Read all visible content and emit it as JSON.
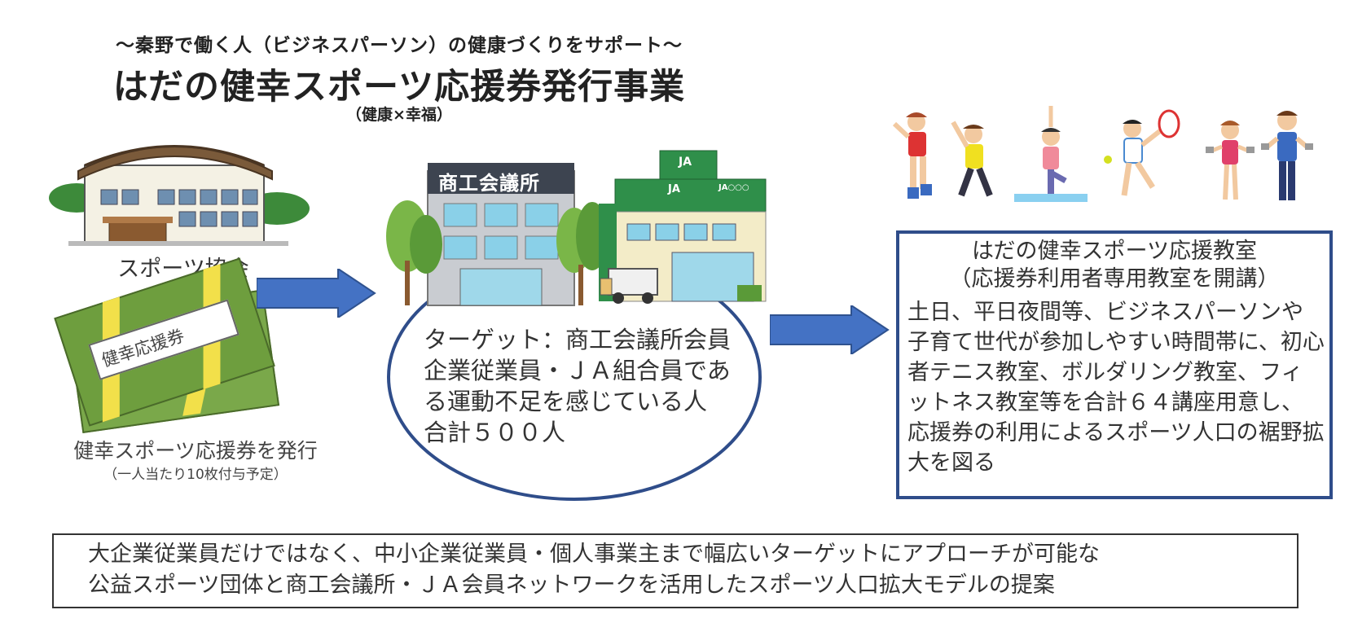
{
  "header": {
    "subtitle": "～秦野で働く人（ビジネスパーソン）の健康づくりをサポート～",
    "title": "はだの健幸スポーツ応援券発行事業",
    "title_note": "（健康×幸福）"
  },
  "association": {
    "label": "スポーツ協会"
  },
  "coupon": {
    "ticket_text": "健幸応援券",
    "label": "健幸スポーツ応援券を発行",
    "note": "（一人当たり10枚付与予定）"
  },
  "chamber": {
    "sign": "商工会議所",
    "ja_logo": "JA",
    "ja_sign": "JA○○○"
  },
  "target": {
    "text": "ターゲット：商工会議所会員企業従業員・ＪＡ組合員である運動不足を感じている人　合計５００人"
  },
  "classroom": {
    "title_line1": "はだの健幸スポーツ応援教室",
    "title_line2": "（応援券利用者専用教室を開講）",
    "description": "土日、平日夜間等、ビジネスパーソンや子育て世代が参加しやすい時間帯に、初心者テニス教室、ボルダリング教室、フィットネス教室等を合計６４講座用意し、応援券の利用によるスポーツ人口の裾野拡大を図る"
  },
  "footer": {
    "line1": "大企業従業員だけではなく、中小企業従業員・個人事業主まで幅広いターゲットにアプローチが可能な",
    "line2": "公益スポーツ団体と商工会議所・ＪＡ会員ネットワークを活用したスポーツ人口拡大モデルの提案"
  },
  "colors": {
    "arrow_blue": "#4472c4",
    "frame_blue": "#2f4d8a",
    "ja_green": "#2f8f4a",
    "coupon_green": "#7aa84a",
    "coupon_yellow": "#f2e04a"
  }
}
